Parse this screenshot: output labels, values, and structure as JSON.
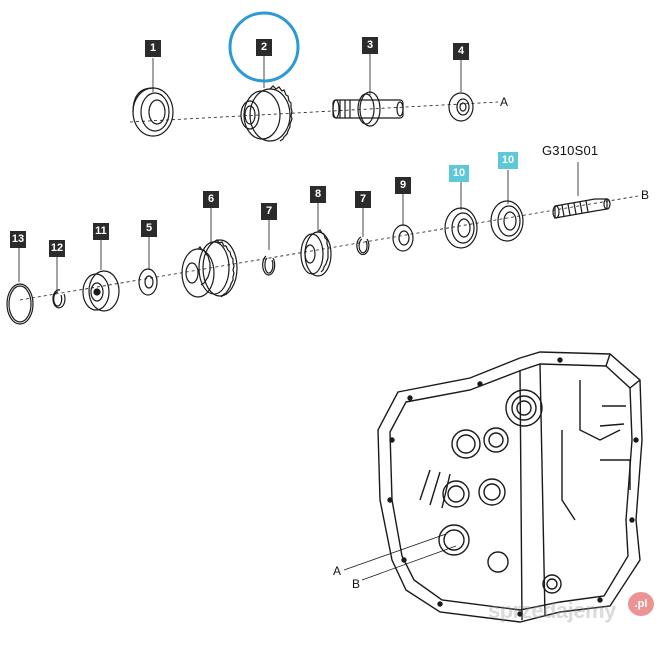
{
  "callouts": {
    "c1": "1",
    "c2": "2",
    "c3": "3",
    "c4": "4",
    "c5": "5",
    "c6": "6",
    "c7a": "7",
    "c7b": "7",
    "c8": "8",
    "c9": "9",
    "c10a": "10",
    "c10b": "10",
    "c11": "11",
    "c12": "12",
    "c13": "13"
  },
  "axis_labels": {
    "a_top": "A",
    "b_right": "B",
    "a_housing": "A",
    "b_housing": "B"
  },
  "part_code": "G310S01",
  "highlight": {
    "circle_color": "#2a9ad6",
    "badge_color": "#5ec8d8"
  },
  "watermark": {
    "text": "sprzedajemy",
    "suffix": ".pl"
  }
}
